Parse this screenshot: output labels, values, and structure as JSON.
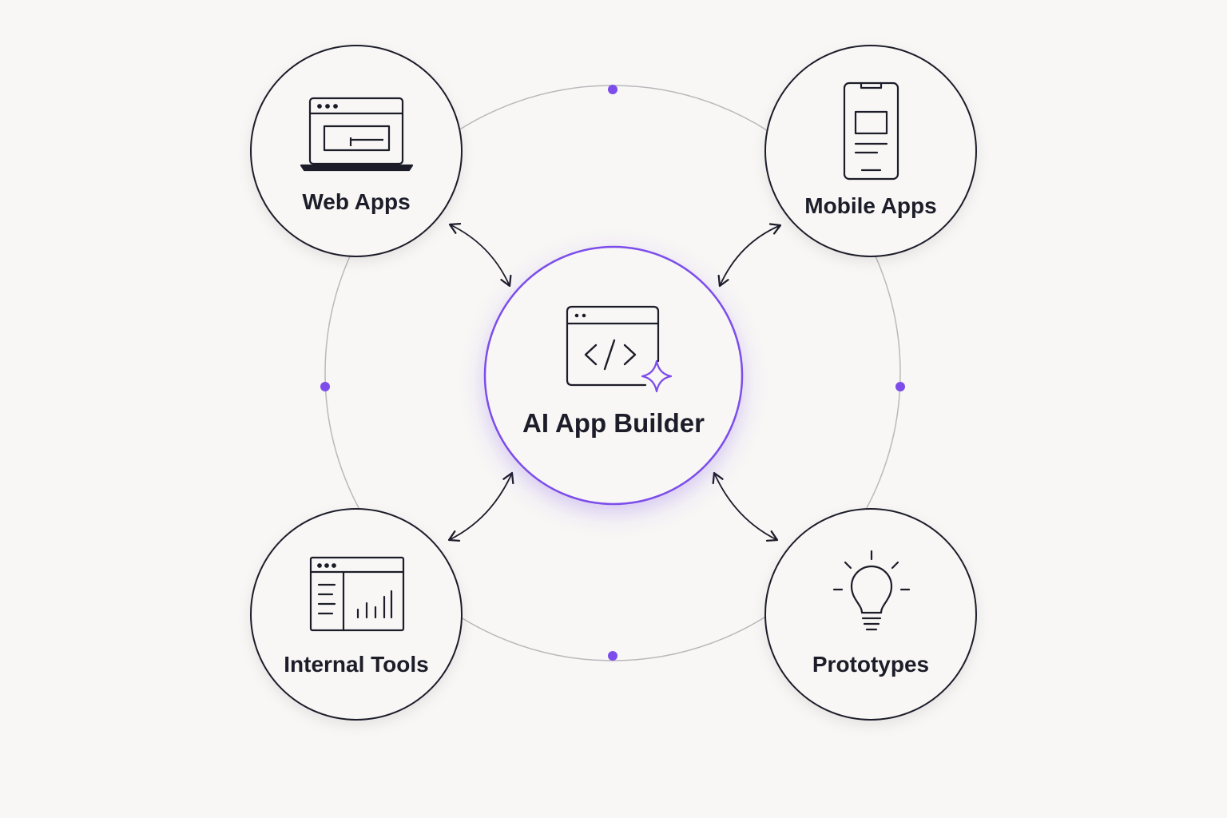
{
  "center": {
    "label": "AI App Builder",
    "icon": "code-window-sparkle-icon"
  },
  "nodes": [
    {
      "id": "web-apps",
      "label": "Web Apps",
      "icon": "laptop-icon"
    },
    {
      "id": "mobile-apps",
      "label": "Mobile Apps",
      "icon": "smartphone-icon"
    },
    {
      "id": "internal-tools",
      "label": "Internal Tools",
      "icon": "dashboard-window-icon"
    },
    {
      "id": "prototypes",
      "label": "Prototypes",
      "icon": "lightbulb-icon"
    }
  ],
  "colors": {
    "accent": "#7c4dea",
    "stroke": "#1c1d29",
    "ring": "#b9b9bd",
    "background": "#f8f7f5"
  }
}
